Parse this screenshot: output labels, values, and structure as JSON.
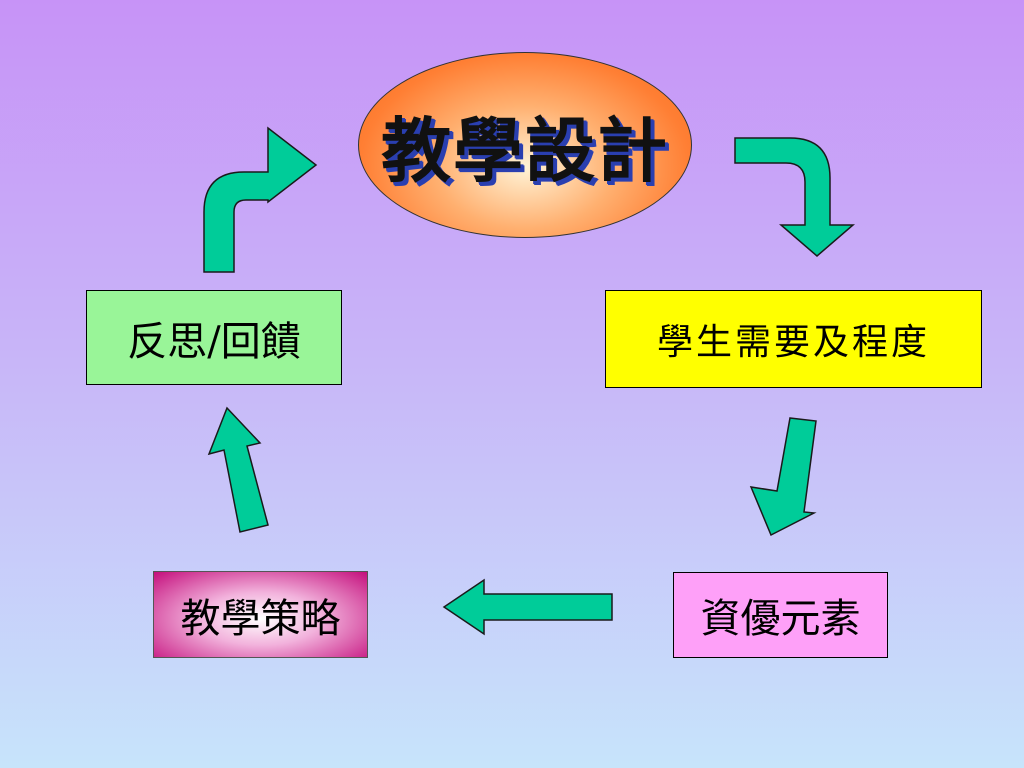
{
  "diagram": {
    "center": {
      "label": "教學設計"
    },
    "nodes": {
      "reflection": {
        "label": "反思/回饋"
      },
      "needs": {
        "label": "學生需要及程度"
      },
      "elements": {
        "label": "資優元素"
      },
      "strategy": {
        "label": "教學策略"
      }
    },
    "colors": {
      "arrow": "#00cc99",
      "center_fill": "#ff7f34",
      "reflection_fill": "#99f598",
      "needs_fill": "#ffff00",
      "elements_fill": "#fea0f8",
      "strategy_fill": "#c40e7c"
    }
  }
}
